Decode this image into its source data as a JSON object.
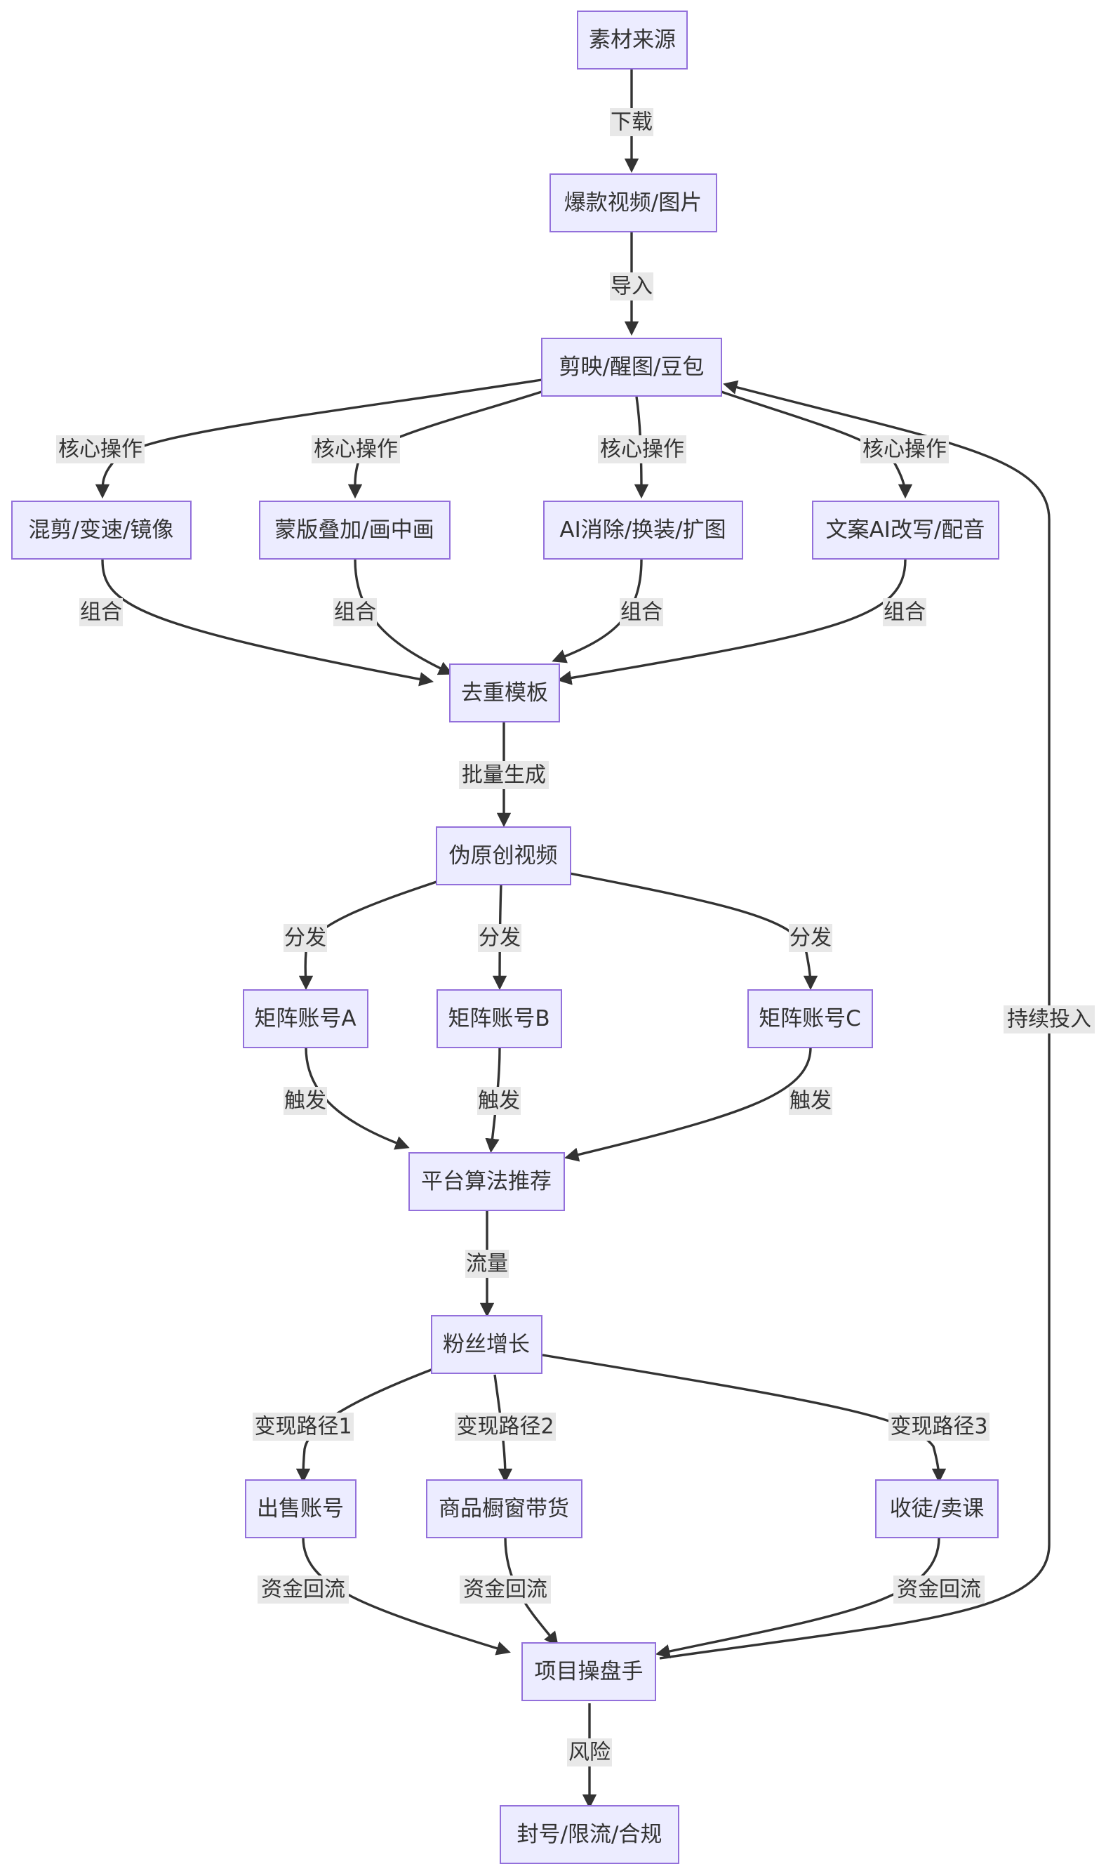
{
  "nodes": {
    "source": "素材来源",
    "viral": "爆款视频/图片",
    "tools": "剪映/醒图/豆包",
    "mix": "混剪/变速/镜像",
    "mask": "蒙版叠加/画中画",
    "ai": "AI消除/换装/扩图",
    "copy": "文案AI改写/配音",
    "template": "去重模板",
    "pseudo": "伪原创视频",
    "acc_a": "矩阵账号A",
    "acc_b": "矩阵账号B",
    "acc_c": "矩阵账号C",
    "algo": "平台算法推荐",
    "fans": "粉丝增长",
    "sell": "出售账号",
    "shop": "商品橱窗带货",
    "teach": "收徒/卖课",
    "operator": "项目操盘手",
    "risk": "封号/限流/合规"
  },
  "edges": {
    "download": "下载",
    "import": "导入",
    "core_op_1": "核心操作",
    "core_op_2": "核心操作",
    "core_op_3": "核心操作",
    "core_op_4": "核心操作",
    "combine_1": "组合",
    "combine_2": "组合",
    "combine_3": "组合",
    "combine_4": "组合",
    "batch": "批量生成",
    "distribute_1": "分发",
    "distribute_2": "分发",
    "distribute_3": "分发",
    "trigger_1": "触发",
    "trigger_2": "触发",
    "trigger_3": "触发",
    "traffic": "流量",
    "monetize_1": "变现路径1",
    "monetize_2": "变现路径2",
    "monetize_3": "变现路径3",
    "cashback_1": "资金回流",
    "cashback_2": "资金回流",
    "cashback_3": "资金回流",
    "risk": "风险",
    "reinvest": "持续投入"
  }
}
